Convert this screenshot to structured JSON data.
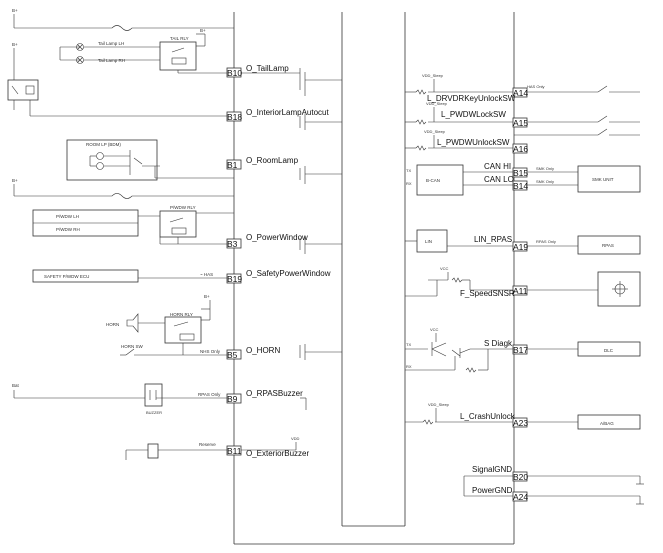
{
  "left_pins": [
    {
      "pin": "B10",
      "signal": "O_TailLamp"
    },
    {
      "pin": "B18",
      "signal": "O_InteriorLampAutocut"
    },
    {
      "pin": "B1",
      "signal": "O_RoomLamp"
    },
    {
      "pin": "B3",
      "signal": "O_PowerWindow"
    },
    {
      "pin": "B19",
      "signal": "O_SafetyPowerWindow"
    },
    {
      "pin": "B5",
      "signal": "O_HORN"
    },
    {
      "pin": "B9",
      "signal": "O_RPASBuzzer"
    },
    {
      "pin": "B11",
      "signal": "O_ExteriorBuzzer"
    }
  ],
  "right_pins": [
    {
      "pin": "A14",
      "signal": "L_DRVDRKeyUnlockSW"
    },
    {
      "pin": "A15",
      "signal": "L_PWDWLockSW"
    },
    {
      "pin": "A16",
      "signal": "L_PWDWUnlockSW"
    },
    {
      "pin": "B15",
      "signal": "CAN HI"
    },
    {
      "pin": "B14",
      "signal": "CAN LO"
    },
    {
      "pin": "A19",
      "signal": "LIN_RPAS"
    },
    {
      "pin": "A11",
      "signal": "F_SpeedSNSR"
    },
    {
      "pin": "B17",
      "signal": "S Diagk"
    },
    {
      "pin": "A23",
      "signal": "L_CrashUnlock"
    },
    {
      "pin": "B20",
      "signal": "SignalGND"
    },
    {
      "pin": "A24",
      "signal": "PowerGND"
    }
  ],
  "left_components": {
    "bplus_1": "B+",
    "bplus_2": "B+",
    "bplus_3": "B+",
    "bplus_4": "B+",
    "bat": "Bat",
    "tail_lamp_lh": "Tail Lamp LH",
    "tail_lamp_rh": "Tail Lamp RH",
    "tail_rly": "TAIL RLY",
    "room_lp": "ROOM LP (BDM)",
    "pwdw_lh": "P/WDW LH",
    "pwdw_rh": "P/WDW RH",
    "pwdw_rly": "P/WDW RLY",
    "safety_pwdw_ecu": "SAFETY P/WDW ECU",
    "has_tag": "~ HAS",
    "horn": "HORN",
    "horn_rly": "HORN RLY",
    "horn_sw": "HORN SW",
    "nhs_only": "NHS Only",
    "rpas_only": "RPAS Only",
    "buzzer": "BUZZER",
    "reserve": "Reserve",
    "vdd": "VDD"
  },
  "right_components": {
    "vdd_sleep_1": "VDD_Sleep",
    "vdd_sleep_2": "VDD_Sleep",
    "vdd_sleep_3": "VDD_Sleep",
    "vdd_sleep_4": "VDD_Sleep",
    "has_only": "HAS Only",
    "bcan": "B-CAN",
    "tx": "TX",
    "rx": "RX",
    "smk_only_1": "SMK Only",
    "smk_only_2": "SMK Only",
    "smk_unit": "SMK UNIT",
    "lin": "LIN",
    "rpas_only": "RPAS Only",
    "rpas": "RPAS",
    "vcc_1": "VCC",
    "vcc_2": "VCC",
    "tx2": "TX",
    "rx2": "RX",
    "dlc": "DLC",
    "abag": "A/BAG"
  }
}
